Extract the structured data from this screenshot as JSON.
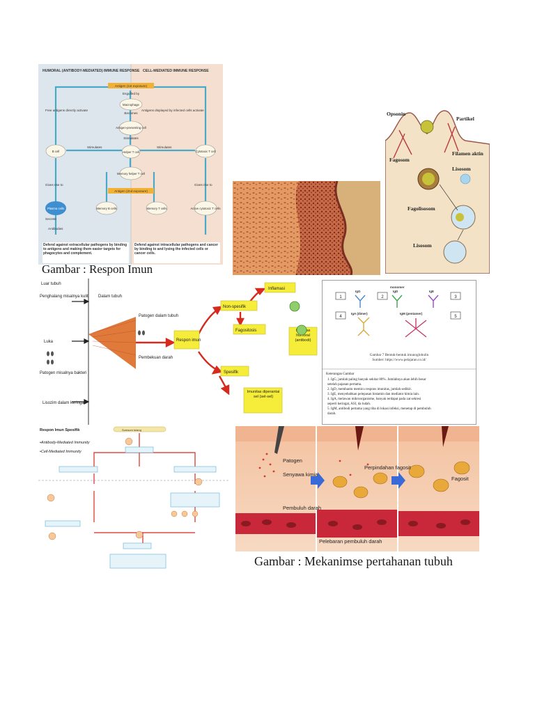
{
  "caption_top": "Gambar : Respon Imun",
  "caption_bottom": "Gambar : Mekanimse pertahanan tubuh",
  "humoral": {
    "header_left": "HUMORAL (ANTIBODY-MEDIATED) IMMUNE RESPONSE",
    "header_right": "CELL-MEDIATED IMMUNE RESPONSE",
    "antigen1": "Antigen (1st exposure)",
    "engulfed": "Engulfed by",
    "macrophage": "Macrophage",
    "becomes": "Becomes",
    "apc": "Antigen-presenting cell",
    "stimulates": "Stimulates",
    "free_antigens": "Free antigens directly activate",
    "antigens_displayed": "Antigens displayed by infected cells activate",
    "b_cell": "B cell",
    "helper": "Helper T cell",
    "cytotoxic": "Cytotoxic T cell",
    "memory_helper": "Memory helper T cell",
    "antigen2": "Antigen (2nd exposure)",
    "gives_rise": "Gives rise to",
    "plasma": "Plasma cells",
    "memory_b": "Memory B cells",
    "memory_t": "Memory T cells",
    "active_cyto": "Active cytotoxic T cells",
    "secrete": "Secrete",
    "antibodies": "Antibodies",
    "defend_left": "Defend against extracellular pathogens by binding to antigens and making them easier targets for phagocytes and complement.",
    "defend_right": "Defend against intracellular pathogens and cancer by binding to and lysing the infected cells or cancer cells."
  },
  "phago": {
    "opsonin": "Opsonin",
    "partikel": "Partikel",
    "filamen": "Filamen aktin",
    "fagosom": "Fagosom",
    "lisosom": "Lisosom",
    "fagolisosom": "Fagolisosom",
    "lisosom2": "Lisosom"
  },
  "response": {
    "luar": "Luar tubuh",
    "dalam": "Dalam tubuh",
    "penghalang": "Penghalang misalnya kulit",
    "luka": "Luka",
    "patogen_bakteri": "Patogen misalnya bakteri",
    "lisozim": "Lisozim dalam keringat",
    "patogen_dalam": "Patogen dalam tubuh",
    "pembekuan": "Pembekuan darah",
    "respon": "Respon imun",
    "nonspesifik": "Non-spesifik",
    "spesifik": "Spesifik",
    "inflamasi": "Inflamasi",
    "fagositosis": "Fagositosis",
    "humoral": "Imunitas humoral (antibodi)",
    "seluler": "Imunitas diperantai sel (sel-sel)"
  },
  "ig": {
    "labels": [
      "1",
      "2",
      "3",
      "4",
      "5"
    ],
    "igg": "IgG",
    "igd": "IgD",
    "ige": "IgE",
    "monomer": "monomer",
    "iga": "IgA (dimer)",
    "igm": "IgM (pentamer)",
    "caption": "Gambar 7 Bentuk-bentuk imunoglobulin",
    "source": "Sumber: https://www.pelajaran.co.id/",
    "ket": "Keterangan Gambar",
    "items": [
      "1.  IgG, jumlah paling banyak sekitar 80%. Jumlahnya akan lebih besar",
      "     setelah pajanan pertama.",
      "2.  IgD, membantu memicu respons imunitas, jumlah sedikit.",
      "3.  IgE, menyebabkan pelepasan histamin dan mediator kimia lain.",
      "4.  IgA, melawan mikroorganisme, banyak terdapat pada zat sekresi",
      "     seperti keringat, ASI, da  ludah.",
      "5.  IgM, antibodi pertama yang tiba di lokasi infeksi, menetap di pembuluh",
      "     darah."
    ]
  },
  "flow": {
    "title": "Respon Imun Spesifik",
    "b1": "•Antibody-Mediated Immunity",
    "b2": "•Cell-Mediated Immunity",
    "tulang": "Sumsum tulang"
  },
  "mech": {
    "patogen": "Patogen",
    "senyawa": "Senyawa kimia",
    "pembuluh": "Pembuluh darah",
    "perpindahan": "Perpindahan fagosit",
    "pelebaran": "Pelebaran pembuluh darah",
    "fagosit": "Fagosit"
  }
}
